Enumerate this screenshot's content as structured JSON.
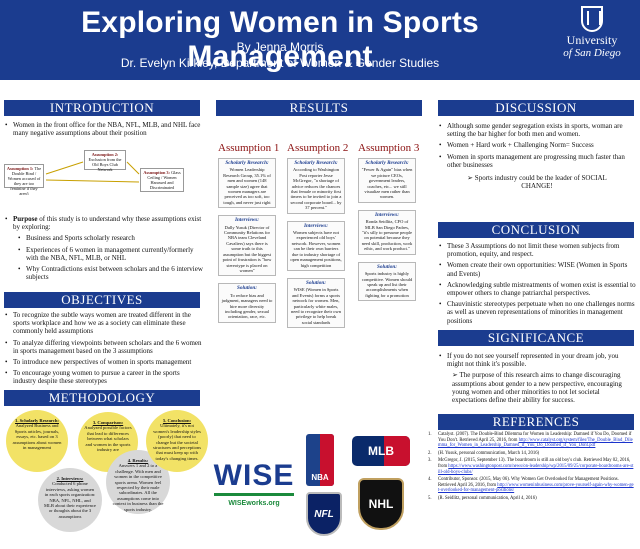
{
  "header": {
    "title": "Exploring Women in Sports Management",
    "author": "By Jenna Morris",
    "advisor": "Dr. Evelyn Kirkley,  Department of Women & Gender Studies",
    "logo_line1": "University",
    "logo_line2": "of San Diego"
  },
  "sections": {
    "introduction": "INTRODUCTION",
    "results": "RESULTS",
    "discussion": "DISCUSSION",
    "objectives": "OBJECTIVES",
    "methodology": "METHODOLOGY",
    "conclusion": "CONCLUSION",
    "significance": "SIGNIFICANCE",
    "references": "REFERENCES"
  },
  "introduction": {
    "p1": "Women in the front office for the NBA, NFL, MLB, and NHL face many negative assumptions about their position",
    "diagram": {
      "a1_title": "Assumption 1:",
      "a1_text": "The Double Bind / Women accused of they are too feminine if they aren't",
      "a2_title": "Assumption 2:",
      "a2_text": "Exclusion from the Old Boys Club Network",
      "a3_title": "Assumption 3:",
      "a3_text": "Glass Ceiling / Women Harassed and Discriminated"
    },
    "purpose_label": "Purpose",
    "purpose_rest": " of this study is to understand why these assumptions exist by exploring:",
    "sub1": "Business and Sports scholarly research",
    "sub2": "Experiences of 6 women in management currently/formerly with the NBA, NFL, MLB, or NHL",
    "sub3": "Why Contradictions exist between scholars and the 6 interview subjects"
  },
  "objectives": {
    "o1": "To recognize the subtle ways women are treated different in the sports workplace and how we as a society can eliminate these commonly held assumptions",
    "o2": "To analyze differing viewpoints between scholars and the 6 women in sports management based on the 3 assumptions",
    "o3": "To introduce new perspectives of women in sports management",
    "o4": "To encourage young women to pursue a career in the sports industry despite these stereotypes"
  },
  "methodology": {
    "c1_title": "1. Scholarly Research:",
    "c1_text": "Analyzed Business and Sports articles, journals, essays, etc. based on 3 assumptions about women in management",
    "c2_title": "2. Interviews:",
    "c2_text": "Conducted 6 phone interviews, asking women in each sports organization: NBA, NFL, NHL, and MLB about their experience or thoughts about the 3 assumptions",
    "c3_title": "3. Comparison:",
    "c3_text": "Analyzed possible factors that lead to differences between what scholars and women in the sports industry are",
    "c4_title": "4. Results:",
    "c4_text": "Answers 1 and 2 to a challenge. With men and women in the competitive sports arena. Women feel respected by their male subordinates. All the assumptions come into context in business than the sports industry.",
    "c5_title": "5. Conclusion:",
    "c5_text": "Ultimately, it's not women's leadership styles (poorly) that need to change but the societal structures and perceptions that must keep up with today's changing times."
  },
  "results": {
    "col1": {
      "head": "Assumption 1",
      "b1_title": "Scholarly Research:",
      "b1_text": "Women Leadership Research Group, 35.1% of men and women (148 sample size) agree that women managers are perceived as too soft, too tough, and never just right",
      "b2_title": "Interviews:",
      "b2_text": "Dally Yusuk (Director of Community Relations for NBA team Cleveland Cavaliers) says there is some truth to this assumption but the biggest point of frustration is \"how stereotype is placed on women\"",
      "b3_title": "Solution:",
      "b3_text": "To reduce bias and judgment, managers need to hire more diversity including gender, sexual orientation, race, etc."
    },
    "col2": {
      "head": "Assumption 2",
      "b1_title": "Scholarly Research:",
      "b1_text": "According to Washington Post reporter Jesse McGregor, \"a shortage of advice reduces the chances that female or minority first timers to be invited to join a second corporate board... by 37 percent.\"",
      "b2_title": "Interviews:",
      "b2_text": "Women subjects have not experienced old boys' network. However, women can be their own barriers due to industry shortage of open management positions, high competition",
      "b3_title": "Solution:",
      "b3_text": "WISE (Women in Sports and Events) forms a sports network for women. Men, particularly white males, need to recognize their own privilege to help break social standards"
    },
    "col3": {
      "head": "Assumption 3",
      "b1_title": "Scholarly Research:",
      "b1_text": "\"Fewer & Again\" bias when we picture CEOs, government leaders, coaches, etc... we still visualize men rather than women.",
      "b2_title": "Interviews:",
      "b2_text": "Ronda Seidlitz, CFO of MLB San Diego Padres, \"it's silly to presume people on potential because they need skill, production, work ethic, and work product.\"",
      "b3_title": "Solution:",
      "b3_text": "Sports industry is highly competitive. Women should speak up and list their accomplishments when fighting for a promotion"
    },
    "logos": {
      "wise": "WISE",
      "wise_url": "WISEworks.org",
      "nba": "NBA",
      "mlb": "MLB",
      "nfl": "NFL",
      "nhl": "NHL"
    }
  },
  "discussion": {
    "d1": "Although some gender segregation exists in sports, woman are setting the bar higher for both men and women.",
    "d2": "Women + Hard work + Challenging Norm= Success",
    "d3": "Women in sports management are progressing much faster than other businesses",
    "arrow": "Sports industry could be the leader of SOCIAL CHANGE!"
  },
  "conclusion": {
    "c1": "These 3 Assumptions do not limit these women subjects from promotion, equity, and respect.",
    "c2": "Women create their own opportunities: WISE (Women in Sports and Events)",
    "c3": "Acknowledging subtle mistreatments of women exist is essential to empower others to change patriarchal perspectives.",
    "c4": "Chauvinistic stereotypes perpetuate when no one challenges norms as well as uneven representations of minorities in management positions"
  },
  "significance": {
    "s1": "If you do not see yourself represented in your dream job, you might not think it's possible.",
    "arrow": "The purpose of this research aims to change discouraging assumptions about gender to a new perspective, encouraging young women and other minorities to not let societal expectations define their ability for success."
  },
  "references": [
    {
      "n": "1.",
      "text": "Catalyst. (2007). The Double-Bind Dilemma for Women in Leadership: Damned if You Do, Doomed if You Don't. Retrieved April 25, 2016, from ",
      "link": "http://www.catalyst.org/system/files/The_Double_Bind_Dilemma_for_Women_in_Leadership_Damned_if_You_Do_Doomed_if_You_Dont.pdf"
    },
    {
      "n": "2.",
      "text": "(H. Yusuk, personal communication, March 14, 2016)",
      "link": ""
    },
    {
      "n": "3.",
      "text": "McGregor, J. (2015, September 13). The boardroom is still an old boy's club. Retrieved May 02, 2016, from ",
      "link": "https://www.washingtonpost.com/news/on-leadership/wp/2015/09/25/corporate-boardrooms-are-still-old-boys-clubs/"
    },
    {
      "n": "4.",
      "text": "Contributor, Sponsor. (2015, May 06). Why Women Get Overlooked for Management Positions. Retrieved April 26, 2016, from ",
      "link": "http://www.womeninbusiness.com/prove-yourself-again-why-women-get-overlooked-for-management-positions/"
    },
    {
      "n": "5.",
      "text": "(R. Seidlitz, personal communication, April 4, 2016)",
      "link": ""
    }
  ]
}
